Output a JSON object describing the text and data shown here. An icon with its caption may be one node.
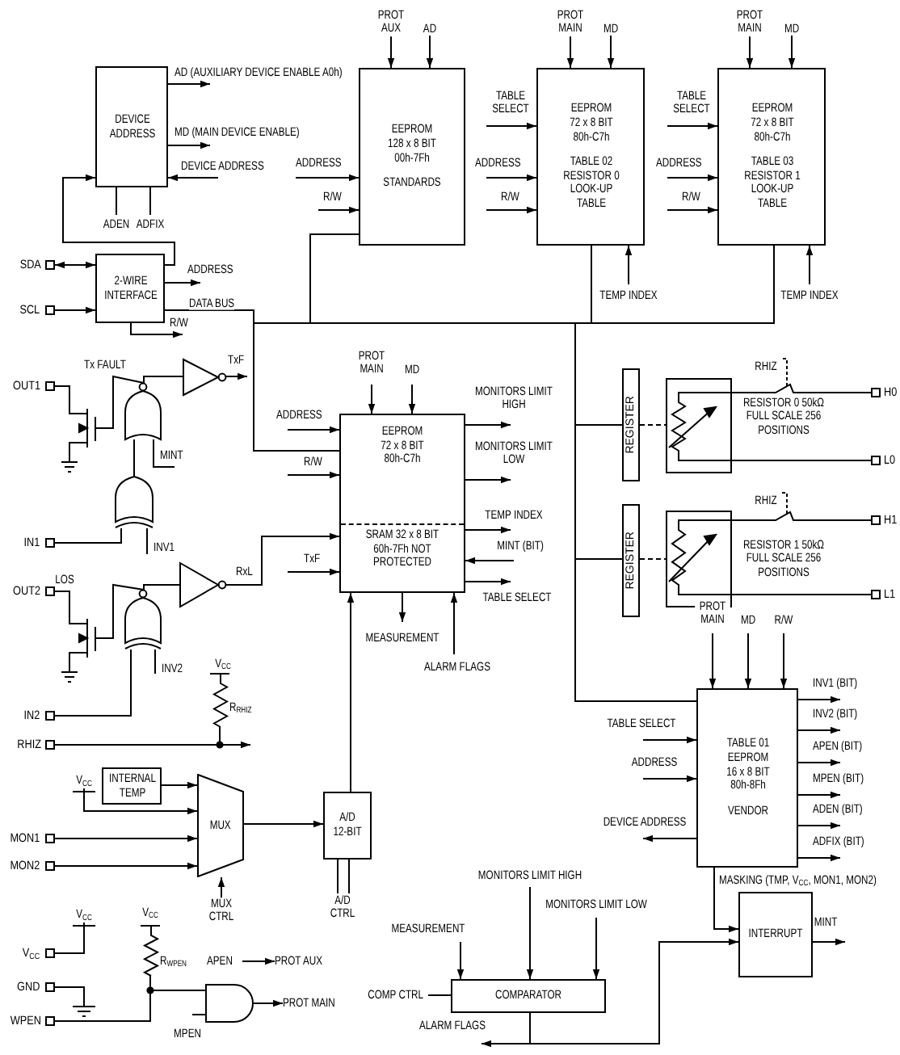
{
  "diagram": {
    "nodes": [
      {
        "text": [
          "DEVICE ADDRESS"
        ]
      },
      {
        "text": [
          "EEPROM 128 x 8 BIT 00h-7Fh",
          "STANDARDS"
        ]
      },
      {
        "text": [
          "EEPROM 72 x 8 BIT 80h-C7h",
          "TABLE 02 RESISTOR 0 LOOK-UP TABLE"
        ]
      },
      {
        "text": [
          "EEPROM 72 x 8 BIT 80h-C7h",
          "TABLE 03 RESISTOR 1 LOOK-UP TABLE"
        ]
      },
      {
        "text": [
          "2-WIRE INTERFACE"
        ]
      },
      {
        "text": [
          "EEPROM 72 x 8 BIT 80h-C7h",
          "SRAM 32 x 8 BIT 60h-7Fh NOT PROTECTED"
        ]
      },
      {
        "text": [
          "REGISTER"
        ]
      },
      {
        "text": [],
        "shape": "box",
        "beside": [
          "RESISTOR 0 50kΩ FULL SCALE 256 POSITIONS"
        ]
      },
      {
        "text": [
          "REGISTER"
        ]
      },
      {
        "text": [],
        "shape": "box",
        "beside": [
          "RESISTOR 1 50kΩ FULL SCALE 256 POSITIONS"
        ]
      },
      {
        "text": [
          "TABLE 01 EEPROM 16 x 8 BIT 80h-8Fh",
          "VENDOR"
        ]
      },
      {
        "text": [
          "INTERNAL TEMP"
        ]
      },
      {
        "text": [
          "MUX"
        ]
      },
      {
        "text": [
          "A/D 12-BIT"
        ]
      },
      {
        "text": [
          "COMPARATOR"
        ]
      },
      {
        "text": [
          "INTERRUPT"
        ]
      },
      {
        "text": [],
        "shape": "triangle"
      },
      {
        "text": [],
        "shape": "gate"
      },
      {
        "text": [],
        "shape": "gate"
      },
      {
        "text": [],
        "shape": "triangle"
      },
      {
        "text": [],
        "shape": "gate"
      },
      {
        "text": [],
        "shape": "gate"
      },
      {
        "text": [],
        "shape": "transistor"
      },
      {
        "text": [],
        "shape": "transistor"
      },
      {
        "text": [
          "APEN"
        ]
      },
      {
        "text": [
          "PROT AUX"
        ]
      },
      {
        "text": [
          "V$_{CC}$"
        ]
      },
      {
        "text": [
          "V$_{CC}$"
        ]
      },
      {
        "text": [
          "SDA"
        ]
      },
      {
        "text": [
          "SCL"
        ]
      },
      {
        "text": [
          "OUT1"
        ]
      },
      {
        "text": [
          "IN1"
        ]
      },
      {
        "text": [
          "OUT2"
        ]
      },
      {
        "text": [
          "IN2"
        ]
      },
      {
        "text": [
          "RHIZ"
        ]
      },
      {
        "text": [
          "MON1"
        ]
      },
      {
        "text": [
          "MON2"
        ]
      },
      {
        "text": [
          "V$_{CC}$"
        ]
      },
      {
        "text": [
          "GND"
        ]
      },
      {
        "text": [
          "WPEN"
        ]
      },
      {
        "text": [
          "H0"
        ]
      },
      {
        "text": [
          "L0"
        ]
      },
      {
        "text": [
          "H1"
        ]
      },
      {
        "text": [
          "L1"
        ]
      },
      {
        "text": [
          "PROT MAIN"
        ]
      },
      {
        "text": [],
        "shape": "resistor",
        "beside": [
          "V$_{CC}$",
          "R$_{RHIZ}$"
        ]
      },
      {
        "text": [],
        "shape": "resistor",
        "beside": [
          "V$_{CC}$",
          "R$_{WPEN}$"
        ]
      }
    ],
    "edges": [
      {
        "from": 0,
        "to": null,
        "arrow": "to",
        "label": "AD (AUXILIARY DEVICE ENABLE A0h)"
      },
      {
        "from": 0,
        "to": null,
        "arrow": "to",
        "label": "MD (MAIN DEVICE ENABLE)"
      },
      {
        "from": null,
        "to": 0,
        "arrow": "to",
        "label": "DEVICE ADDRESS"
      },
      {
        "from": 0,
        "to": null,
        "arrow": "none",
        "label": "ADEN"
      },
      {
        "from": 0,
        "to": null,
        "arrow": "none",
        "label": "ADFIX"
      },
      {
        "from": 4,
        "to": 0,
        "arrow": "to"
      },
      {
        "from": 28,
        "to": 4,
        "arrow": "both"
      },
      {
        "from": 29,
        "to": 4,
        "arrow": "to"
      },
      {
        "from": 4,
        "to": null,
        "arrow": "to",
        "label": "ADDRESS"
      },
      {
        "from": 4,
        "to": null,
        "arrow": "to",
        "label": "R/W"
      },
      {
        "from": 4,
        "to": 1,
        "arrow": "none"
      },
      {
        "from": 4,
        "to": 2,
        "arrow": "none"
      },
      {
        "from": 4,
        "to": 3,
        "arrow": "none"
      },
      {
        "from": 4,
        "to": 5,
        "arrow": "none",
        "label": "DATA BUS"
      },
      {
        "from": 4,
        "to": 6,
        "arrow": "none"
      },
      {
        "from": 4,
        "to": 8,
        "arrow": "none"
      },
      {
        "from": 4,
        "to": 10,
        "arrow": "none"
      },
      {
        "from": null,
        "to": 1,
        "arrow": "to",
        "label": "PROT AUX"
      },
      {
        "from": null,
        "to": 1,
        "arrow": "to",
        "label": "AD"
      },
      {
        "from": null,
        "to": 1,
        "arrow": "to",
        "label": "ADDRESS"
      },
      {
        "from": null,
        "to": 1,
        "arrow": "to",
        "label": "R/W"
      },
      {
        "from": null,
        "to": 2,
        "arrow": "to",
        "label": "PROT MAIN"
      },
      {
        "from": null,
        "to": 2,
        "arrow": "to",
        "label": "MD"
      },
      {
        "from": null,
        "to": 2,
        "arrow": "to",
        "label": "TABLE SELECT"
      },
      {
        "from": null,
        "to": 2,
        "arrow": "to",
        "label": "ADDRESS"
      },
      {
        "from": null,
        "to": 2,
        "arrow": "to",
        "label": "R/W"
      },
      {
        "from": null,
        "to": 2,
        "arrow": "to",
        "label": "TEMP INDEX"
      },
      {
        "from": null,
        "to": 3,
        "arrow": "to",
        "label": "PROT MAIN"
      },
      {
        "from": null,
        "to": 3,
        "arrow": "to",
        "label": "MD"
      },
      {
        "from": null,
        "to": 3,
        "arrow": "to",
        "label": "TABLE SELECT"
      },
      {
        "from": null,
        "to": 3,
        "arrow": "to",
        "label": "ADDRESS"
      },
      {
        "from": null,
        "to": 3,
        "arrow": "to",
        "label": "R/W"
      },
      {
        "from": null,
        "to": 3,
        "arrow": "to",
        "label": "TEMP INDEX"
      },
      {
        "from": null,
        "to": 5,
        "arrow": "to",
        "label": "PROT MAIN"
      },
      {
        "from": null,
        "to": 5,
        "arrow": "to",
        "label": "MD"
      },
      {
        "from": null,
        "to": 5,
        "arrow": "to",
        "label": "ADDRESS"
      },
      {
        "from": null,
        "to": 5,
        "arrow": "to",
        "label": "R/W"
      },
      {
        "from": null,
        "to": 5,
        "arrow": "to",
        "label": "TxF"
      },
      {
        "from": 19,
        "to": 5,
        "arrow": "to",
        "label": "RxL"
      },
      {
        "from": 5,
        "to": null,
        "arrow": "to",
        "label": "MONITORS LIMIT HIGH"
      },
      {
        "from": 5,
        "to": null,
        "arrow": "to",
        "label": "MONITORS LIMIT LOW"
      },
      {
        "from": 5,
        "to": null,
        "arrow": "to",
        "label": "TEMP INDEX"
      },
      {
        "from": null,
        "to": 5,
        "arrow": "to",
        "label": "MINT (BIT)"
      },
      {
        "from": 5,
        "to": null,
        "arrow": "to",
        "label": "TABLE SELECT"
      },
      {
        "from": 5,
        "to": null,
        "arrow": "to",
        "label": "MEASUREMENT"
      },
      {
        "from": null,
        "to": 5,
        "arrow": "to",
        "label": "ALARM FLAGS"
      },
      {
        "from": 13,
        "to": 5,
        "arrow": "to"
      },
      {
        "from": null,
        "to": 10,
        "arrow": "to",
        "label": "PROT MAIN"
      },
      {
        "from": null,
        "to": 10,
        "arrow": "to",
        "label": "MD"
      },
      {
        "from": null,
        "to": 10,
        "arrow": "to",
        "label": "R/W"
      },
      {
        "from": null,
        "to": 10,
        "arrow": "to",
        "label": "TABLE SELECT"
      },
      {
        "from": null,
        "to": 10,
        "arrow": "to",
        "label": "ADDRESS"
      },
      {
        "from": 10,
        "to": null,
        "arrow": "to",
        "label": "DEVICE ADDRESS"
      },
      {
        "from": 10,
        "to": null,
        "arrow": "to",
        "label": "INV1 (BIT)"
      },
      {
        "from": 10,
        "to": null,
        "arrow": "to",
        "label": "INV2 (BIT)"
      },
      {
        "from": 10,
        "to": null,
        "arrow": "to",
        "label": "APEN (BIT)"
      },
      {
        "from": 10,
        "to": null,
        "arrow": "to",
        "label": "MPEN (BIT)"
      },
      {
        "from": 10,
        "to": null,
        "arrow": "to",
        "label": "ADEN (BIT)"
      },
      {
        "from": 10,
        "to": null,
        "arrow": "to",
        "label": "ADFIX (BIT)"
      },
      {
        "from": 10,
        "to": 15,
        "arrow": "to",
        "label": "MASKING (TMP, V$_{CC}$, MON1, MON2)"
      },
      {
        "from": 15,
        "to": null,
        "arrow": "to",
        "label": "MINT"
      },
      {
        "from": null,
        "to": 14,
        "arrow": "to",
        "label": "MEASUREMENT"
      },
      {
        "from": null,
        "to": 14,
        "arrow": "to",
        "label": "MONITORS LIMIT HIGH"
      },
      {
        "from": null,
        "to": 14,
        "arrow": "to",
        "label": "MONITORS LIMIT LOW"
      },
      {
        "from": null,
        "to": 14,
        "arrow": "none",
        "label": "COMP CTRL"
      },
      {
        "from": 14,
        "to": null,
        "arrow": "to",
        "label": "ALARM FLAGS"
      },
      {
        "from": 14,
        "to": 15,
        "arrow": "to"
      },
      {
        "from": 11,
        "to": 12,
        "arrow": "to"
      },
      {
        "from": 26,
        "to": 12,
        "arrow": "to"
      },
      {
        "from": 35,
        "to": 12,
        "arrow": "to"
      },
      {
        "from": 36,
        "to": 12,
        "arrow": "to"
      },
      {
        "from": null,
        "to": 12,
        "arrow": "to",
        "label": "MUX CTRL"
      },
      {
        "from": 12,
        "to": 13,
        "arrow": "to"
      },
      {
        "from": 13,
        "to": null,
        "arrow": "none",
        "label": "A/D CTRL"
      },
      {
        "from": 37,
        "to": 27,
        "arrow": "none"
      },
      {
        "from": 38,
        "to": null,
        "arrow": "none"
      },
      {
        "from": 39,
        "to": 21,
        "arrow": "none"
      },
      {
        "from": null,
        "to": 21,
        "arrow": "none",
        "label": "MPEN"
      },
      {
        "from": 21,
        "to": 44,
        "arrow": "to"
      },
      {
        "from": 24,
        "to": 25,
        "arrow": "to"
      },
      {
        "from": 34,
        "to": 45,
        "arrow": "none"
      },
      {
        "from": 30,
        "to": 22,
        "arrow": "none"
      },
      {
        "from": 17,
        "to": 16,
        "arrow": "none"
      },
      {
        "from": 17,
        "to": 22,
        "arrow": "none",
        "label": "Tx FAULT"
      },
      {
        "from": 16,
        "to": null,
        "arrow": "to",
        "label": "TxF"
      },
      {
        "from": 18,
        "to": 17,
        "arrow": "none"
      },
      {
        "from": null,
        "to": 17,
        "arrow": "none",
        "label": "MINT"
      },
      {
        "from": 31,
        "to": 18,
        "arrow": "none"
      },
      {
        "from": null,
        "to": 18,
        "arrow": "none",
        "label": "INV1"
      },
      {
        "from": 32,
        "to": 23,
        "arrow": "none",
        "label": "LOS"
      },
      {
        "from": 20,
        "to": 19,
        "arrow": "none"
      },
      {
        "from": 20,
        "to": 23,
        "arrow": "none"
      },
      {
        "from": 33,
        "to": 20,
        "arrow": "none"
      },
      {
        "from": null,
        "to": 20,
        "arrow": "none",
        "label": "INV2"
      },
      {
        "from": 6,
        "to": 7,
        "arrow": "none",
        "style": "dashed"
      },
      {
        "from": 8,
        "to": 9,
        "arrow": "none",
        "style": "dashed"
      },
      {
        "from": 7,
        "to": 40,
        "arrow": "none"
      },
      {
        "from": 7,
        "to": 41,
        "arrow": "none"
      },
      {
        "from": 9,
        "to": 42,
        "arrow": "none"
      },
      {
        "from": 9,
        "to": 43,
        "arrow": "none"
      },
      {
        "from": 45,
        "to": null,
        "arrow": "to"
      },
      {
        "from": 46,
        "to": 21,
        "arrow": "none"
      }
    ],
    "labels": [
      "RHIZ",
      "RHIZ"
    ]
  }
}
